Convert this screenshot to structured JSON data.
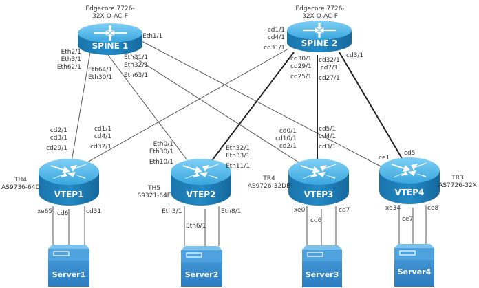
{
  "spines": [
    {
      "name": "SPINE 1",
      "model_line1": "Edgecore 7726-",
      "model_line2": "32X-O-AC-F"
    },
    {
      "name": "SPINE 2",
      "model_line1": "Edgecore 7726-",
      "model_line2": "32X-O-AC-F"
    }
  ],
  "vteps": [
    {
      "name": "VTEP1",
      "model_line1": "TH4",
      "model_line2": "AS9736-64D"
    },
    {
      "name": "VTEP2",
      "model_line1": "TH5",
      "model_line2": "S9321-64E"
    },
    {
      "name": "VTEP3",
      "model_line1": "TR4",
      "model_line2": "AS9726-32DB"
    },
    {
      "name": "VTEP4",
      "model_line1": "TR3",
      "model_line2": "AS7726-32X"
    }
  ],
  "servers": [
    {
      "name": "Server1"
    },
    {
      "name": "Server2"
    },
    {
      "name": "Server3"
    },
    {
      "name": "Server4"
    }
  ],
  "port_labels": {
    "spine1_eth1": "Eth1/1",
    "spine1_left": [
      "Eth2/1",
      "Eth3/1",
      "Eth62/1"
    ],
    "spine1_mid": [
      "Eth64/1",
      "Eth30/1"
    ],
    "spine1_right": [
      "Eth31/1",
      "Eth32/1",
      "Eth63/1"
    ],
    "spine2_left": [
      "cd1/1",
      "cd4/1",
      "cd31/1"
    ],
    "spine2_mid_left": [
      "cd30/1",
      "cd29/1",
      "cd25/1"
    ],
    "spine2_mid_right": [
      "cd32/1",
      "cd7/1",
      "cd27/1"
    ],
    "spine2_right": "cd3/1",
    "vtep1_up_left": [
      "cd2/1",
      "cd3/1",
      "cd29/1"
    ],
    "vtep1_up_right": [
      "cd1/1",
      "cd4/1",
      "cd32/1"
    ],
    "vtep2_up_left": [
      "Eth0/1",
      "Eth30/1",
      "Eth10/1"
    ],
    "vtep2_up_right": [
      "Eth32/1",
      "Eth33/1",
      "Eth11/1"
    ],
    "vtep3_up_left": [
      "cd0/1",
      "cd10/1",
      "cd2/1"
    ],
    "vtep3_up_right": [
      "cd5/1",
      "cd4/1",
      "cd3/1"
    ],
    "vtep4_up_left": "ce1",
    "vtep4_up_right": "cd5",
    "vtep1_down": [
      "xe65",
      "cd6",
      "cd31"
    ],
    "vtep2_down": [
      "Eth3/1",
      "Eth6/1",
      "Eth8/1"
    ],
    "vtep3_down": [
      "xe0",
      "cd6",
      "cd7"
    ],
    "vtep4_down": [
      "xe34",
      "ce7",
      "ce8"
    ]
  },
  "colors": {
    "device_top": "#4fb3e4",
    "device_side": "#1e7fb8",
    "device_side_dark": "#15679a",
    "server_front": "#3b8fd0",
    "server_top": "#6fb4e6",
    "link_thin": "#555555",
    "link_thick": "#222222"
  }
}
